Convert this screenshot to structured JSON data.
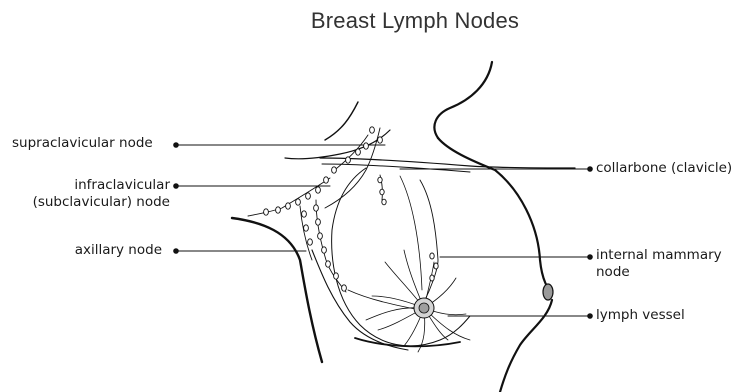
{
  "title": "Breast Lymph Nodes",
  "labels": {
    "supraclavicular": "supraclavicular node",
    "infraclavicular_line1": "infraclavicular",
    "infraclavicular_line2": "(subclavicular) node",
    "axillary": "axillary node",
    "collarbone": "collarbone (clavicle)",
    "internal_mammary_line1": "internal mammary",
    "internal_mammary_line2": "node",
    "lymph_vessel": "lymph vessel"
  },
  "colors": {
    "outline": "#111111",
    "leader": "#111111",
    "nipple": "#9a9a9a",
    "areola": "#d0d0d0"
  }
}
